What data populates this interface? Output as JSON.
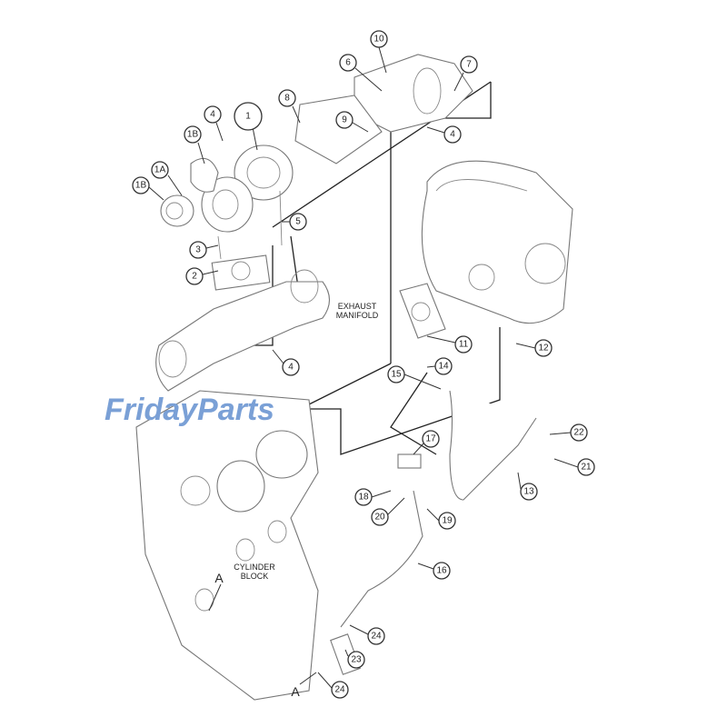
{
  "watermark": "FridayParts",
  "highlight_color": "#e03030",
  "highlighted_callout": "1",
  "labels": {
    "exhaust_manifold_1": "EXHAUST",
    "exhaust_manifold_2": "MANIFOLD",
    "cylinder_block_1": "CYLINDER",
    "cylinder_block_2": "BLOCK",
    "ref_a_top": "A",
    "ref_a_bottom": "A"
  },
  "callouts": [
    {
      "id": "10",
      "text": "10"
    },
    {
      "id": "6",
      "text": "6"
    },
    {
      "id": "7",
      "text": "7"
    },
    {
      "id": "8",
      "text": "8"
    },
    {
      "id": "9",
      "text": "9"
    },
    {
      "id": "4a",
      "text": "4"
    },
    {
      "id": "4b",
      "text": "4"
    },
    {
      "id": "1",
      "text": "1"
    },
    {
      "id": "1B-a",
      "text": "1B"
    },
    {
      "id": "1A",
      "text": "1A"
    },
    {
      "id": "1B-b",
      "text": "1B"
    },
    {
      "id": "5",
      "text": "5"
    },
    {
      "id": "3",
      "text": "3"
    },
    {
      "id": "2",
      "text": "2"
    },
    {
      "id": "11",
      "text": "11"
    },
    {
      "id": "12",
      "text": "12"
    },
    {
      "id": "4c",
      "text": "4"
    },
    {
      "id": "15",
      "text": "15"
    },
    {
      "id": "14",
      "text": "14"
    },
    {
      "id": "17",
      "text": "17"
    },
    {
      "id": "22",
      "text": "22"
    },
    {
      "id": "21",
      "text": "21"
    },
    {
      "id": "13",
      "text": "13"
    },
    {
      "id": "18",
      "text": "18"
    },
    {
      "id": "20",
      "text": "20"
    },
    {
      "id": "19",
      "text": "19"
    },
    {
      "id": "16",
      "text": "16"
    },
    {
      "id": "24a",
      "text": "24"
    },
    {
      "id": "23",
      "text": "23"
    },
    {
      "id": "24b",
      "text": "24"
    }
  ]
}
